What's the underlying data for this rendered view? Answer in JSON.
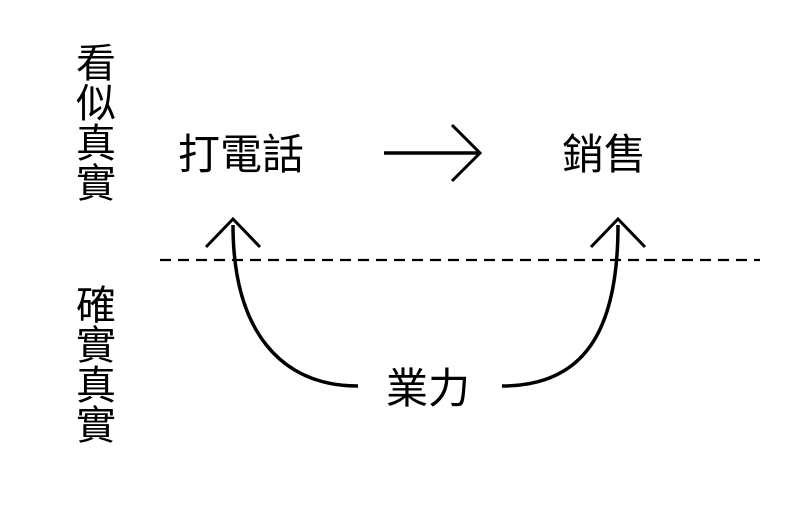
{
  "labels": {
    "top": "看似真實",
    "bottom": "確實真實"
  },
  "nodes": {
    "call": "打電話",
    "sales": "銷售",
    "force": "業力"
  },
  "colors": {
    "ink": "#000000",
    "background": "#ffffff"
  }
}
